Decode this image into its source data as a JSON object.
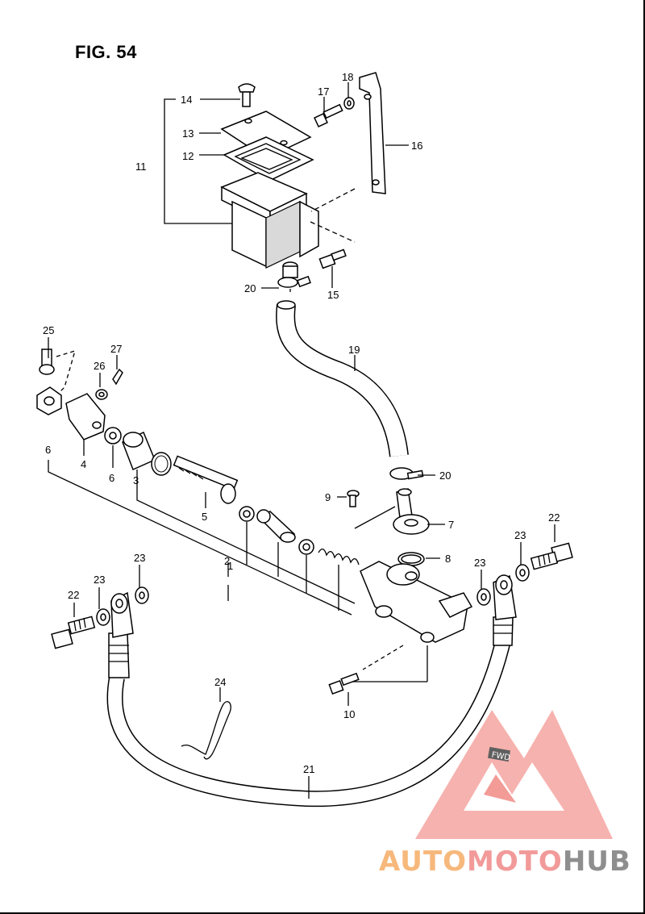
{
  "figure": {
    "title": "FIG. 54"
  },
  "watermark": {
    "part1": "AUTO",
    "part2": "MOTO",
    "part3": "HUB",
    "tag": "FWD"
  },
  "labels": {
    "l1": "1",
    "l2": "2",
    "l3": "3",
    "l4": "4",
    "l5": "5",
    "l6a": "6",
    "l6b": "6",
    "l7": "7",
    "l8": "8",
    "l9": "9",
    "l10": "10",
    "l11": "11",
    "l12": "12",
    "l13": "13",
    "l14": "14",
    "l15": "15",
    "l16": "16",
    "l17": "17",
    "l18": "18",
    "l19": "19",
    "l20a": "20",
    "l20b": "20",
    "l21": "21",
    "l22a": "22",
    "l22b": "22",
    "l23a": "23",
    "l23b": "23",
    "l23c": "23",
    "l23d": "23",
    "l24": "24",
    "l25": "25",
    "l26": "26",
    "l27": "27"
  },
  "colors": {
    "line": "#000000",
    "watermark_red": "#f08a86",
    "watermark_orange": "#f7b87c",
    "watermark_gray": "#8e8e8e"
  }
}
